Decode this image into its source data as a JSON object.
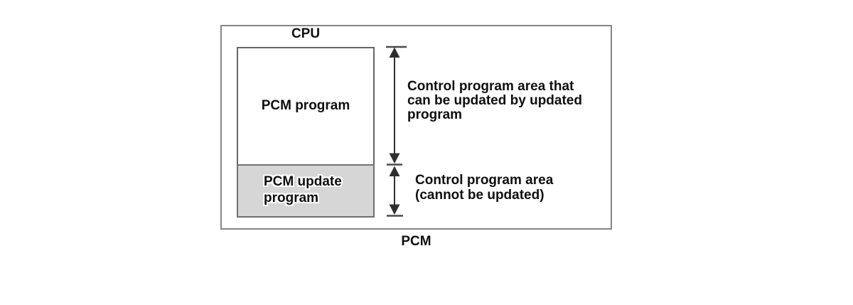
{
  "diagram": {
    "outer_box": {
      "top_label": "CPU",
      "bottom_label": "PCM"
    },
    "memory_map": {
      "pcm_program": {
        "label": "PCM program"
      },
      "pcm_update_program": {
        "lines": [
          "PCM update",
          "program"
        ]
      }
    },
    "annotations": {
      "updatable_area": {
        "lines": [
          "Control program area that",
          "can be updated by updated",
          "program"
        ]
      },
      "fixed_area": {
        "lines": [
          "Control program area",
          "(cannot be updated)"
        ]
      }
    },
    "colors": {
      "outer_border": "#858585",
      "inner_border": "#666666",
      "update_fill": "#d6d6d6",
      "update_border": "#707070",
      "arrow": "#2e2e2e",
      "arrow_bar": "#4a4a4a",
      "text": "#0f0f0f"
    }
  }
}
